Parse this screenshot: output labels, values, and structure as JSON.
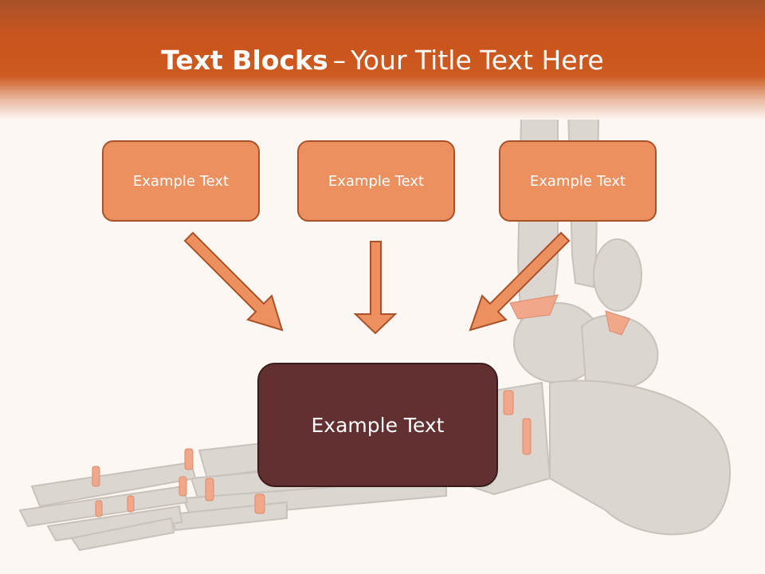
{
  "title": {
    "bold": "Text Blocks",
    "dash": "–",
    "rest": "Your Title Text Here"
  },
  "boxes": [
    {
      "label": "Example Text"
    },
    {
      "label": "Example Text"
    },
    {
      "label": "Example Text"
    }
  ],
  "center": {
    "label": "Example Text"
  },
  "colors": {
    "header": "#cd5a1f",
    "box_fill": "#ec9060",
    "box_border": "#a9522a",
    "center_fill": "#633032",
    "background": "#fcf7f3"
  }
}
